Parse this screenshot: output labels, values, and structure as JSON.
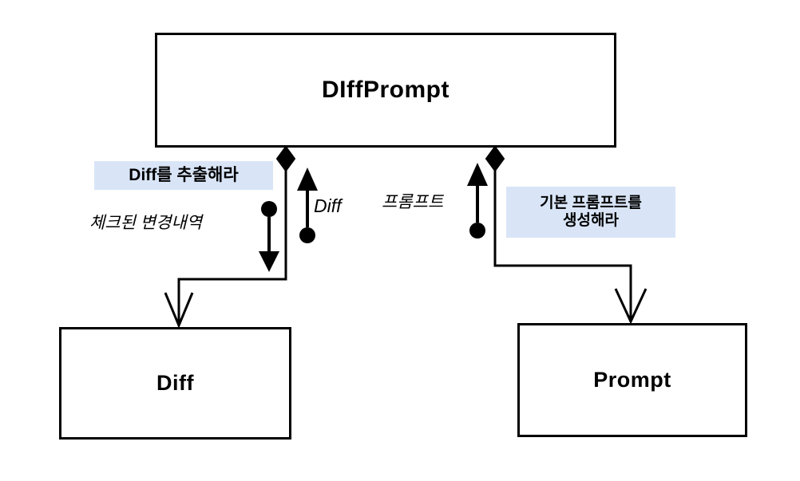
{
  "diagram": {
    "type": "uml-class-composition",
    "background_color": "#ffffff",
    "line_color": "#000000",
    "highlight_color": "#d9e5f7"
  },
  "nodes": [
    {
      "id": "diffprompt",
      "label": "DIffPrompt"
    },
    {
      "id": "diff",
      "label": "Diff"
    },
    {
      "id": "prompt",
      "label": "Prompt"
    }
  ],
  "labels": {
    "extract_diff": "Diff를 추출해라",
    "checked_changes": "체크된 변경내역",
    "diff_return": "Diff",
    "prompt_ko": "프롬프트",
    "make_base_prompt": "기본 프롬프트를\n생성해라"
  },
  "connectors": [
    {
      "id": "composition-diff",
      "from": "diffprompt",
      "to": "diff",
      "source_marker": "filled-diamond",
      "target_marker": "open-arrow"
    },
    {
      "id": "composition-prompt",
      "from": "diffprompt",
      "to": "prompt",
      "source_marker": "filled-diamond",
      "target_marker": "open-arrow"
    },
    {
      "id": "message-extract-diff",
      "direction": "down",
      "source_marker": "filled-ball",
      "target_marker": "filled-arrow",
      "label": "extract_diff"
    },
    {
      "id": "message-diff-return",
      "direction": "up",
      "source_marker": "filled-ball",
      "target_marker": "filled-arrow",
      "label": "diff_return"
    },
    {
      "id": "message-prompt-return",
      "direction": "up",
      "source_marker": "filled-ball",
      "target_marker": "filled-arrow",
      "label": "prompt_ko"
    }
  ]
}
